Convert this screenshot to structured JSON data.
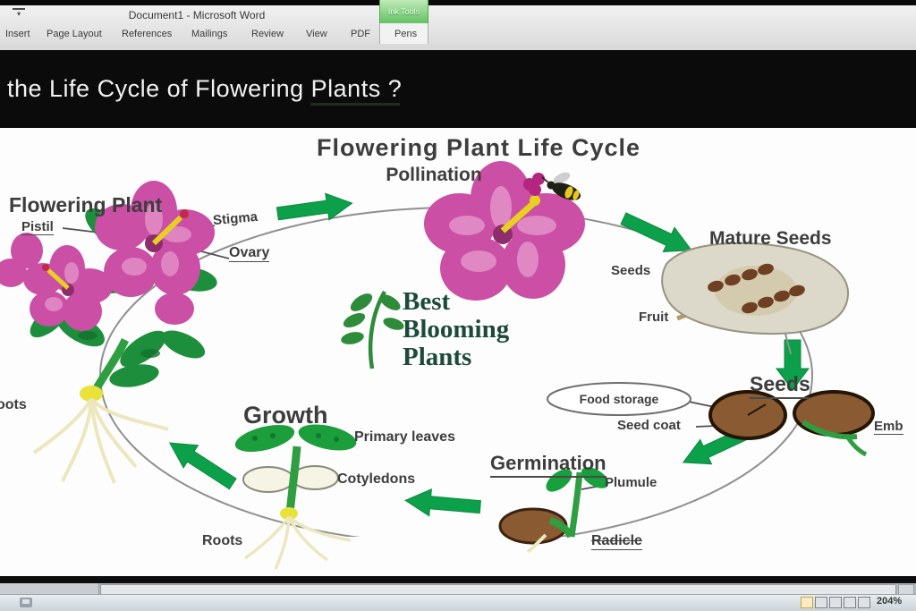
{
  "window": {
    "title": "Document1 - Microsoft Word",
    "ink_tools_label": "Ink Tools",
    "ribbon_tabs": [
      "Insert",
      "Page Layout",
      "References",
      "Mailings",
      "Review",
      "View",
      "PDF",
      "Pens"
    ]
  },
  "header": {
    "title": "the Life Cycle of Flowering Plants ?"
  },
  "diagram": {
    "title": "Flowering Plant Life Cycle",
    "stage_pollination": "Pollination",
    "stage_flowering_plant": "Flowering Plant",
    "stage_mature_seeds": "Mature Seeds",
    "stage_seeds": "Seeds",
    "stage_germination": "Germination",
    "stage_growth": "Growth",
    "label_pistil": "Pistil",
    "label_stigma": "Stigma",
    "label_ovary": "Ovary",
    "label_seeds": "Seeds",
    "label_fruit": "Fruit",
    "label_food_storage": "Food storage",
    "label_seed_coat": "Seed coat",
    "label_embryo": "Emb",
    "label_plumule": "Plumule",
    "label_radicle": "Radicle",
    "label_primary_leaves": "Primary leaves",
    "label_cotyledons": "Cotyledons",
    "label_roots": "Roots",
    "label_roots_left": "oots",
    "logo": {
      "line1": "Best",
      "line2": "Blooming",
      "line3": "Plants"
    }
  },
  "status_bar": {
    "zoom_level": "204%"
  },
  "colors": {
    "arrow_green": "#0ca04a",
    "flower_pink": "#ca4fa5",
    "leaf_green": "#1d8f3c",
    "seed_brown": "#8a5a33",
    "logo_green": "#1c4a3a",
    "fruit_beige": "#dcd8ca"
  }
}
